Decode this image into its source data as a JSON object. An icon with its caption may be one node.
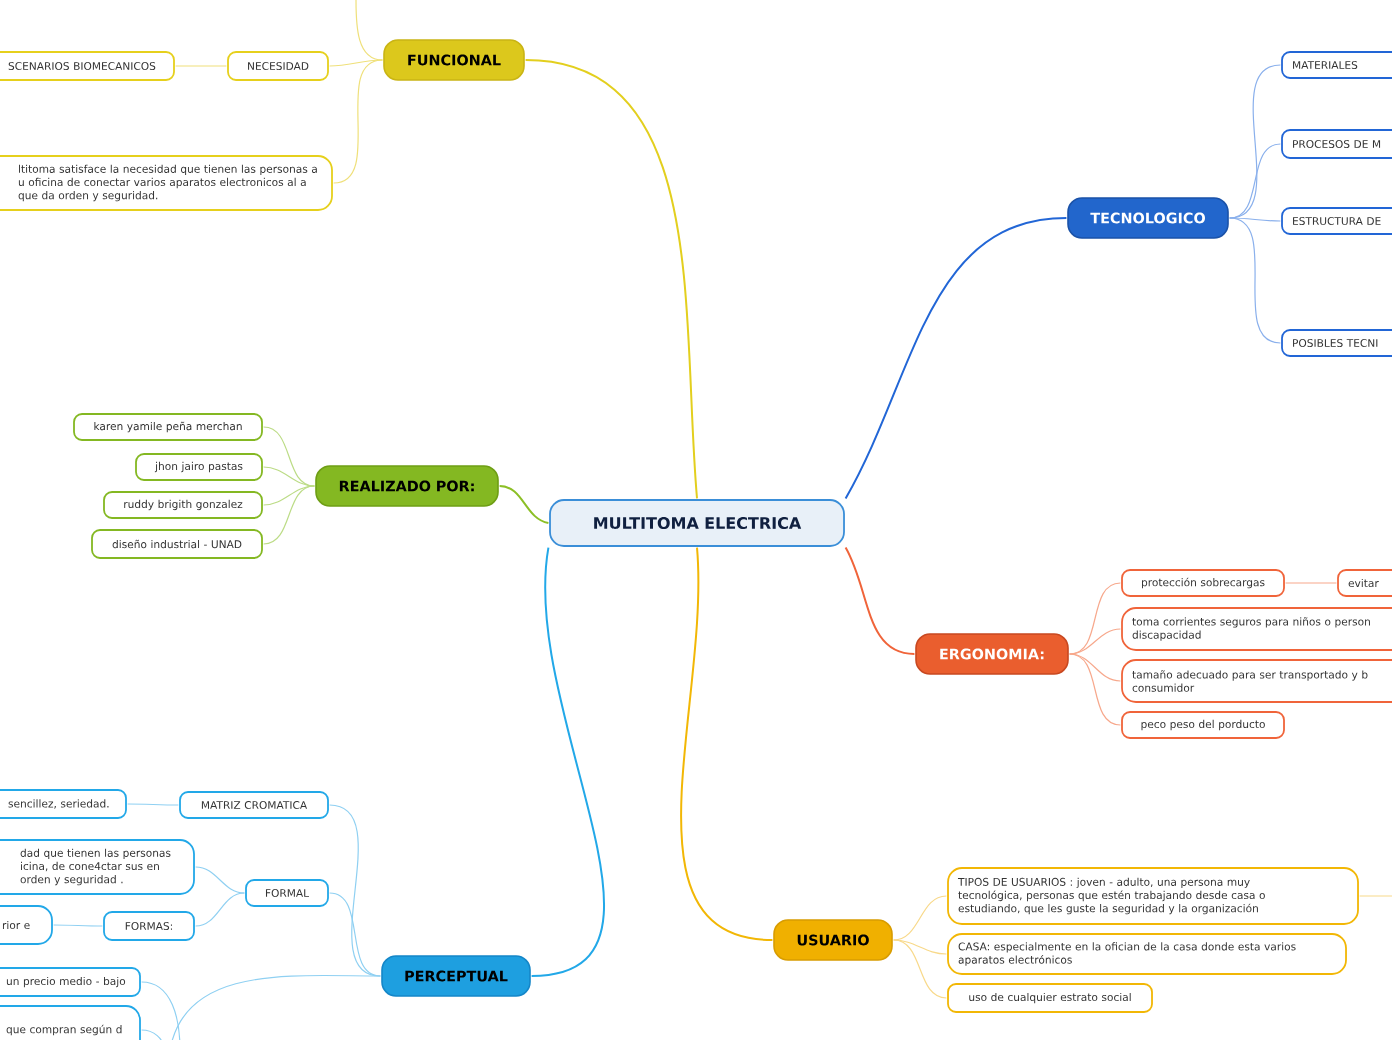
{
  "diagram": {
    "nodes": [
      {
        "text": [
          "MULTITOMA ELECTRICA"
        ]
      },
      {
        "text": [
          "FUNCIONAL"
        ]
      },
      {
        "text": [
          "NECESIDAD"
        ]
      },
      {
        "text": [
          "SCENARIOS BIOMECANICOS"
        ]
      },
      {
        "text": [
          "ltitoma satisface la necesidad que tienen las personas a u oficina de conectar varios aparatos electronicos al a que da orden y seguridad."
        ]
      },
      {
        "text": [
          "REALIZADO POR:"
        ]
      },
      {
        "text": [
          "karen yamile peña merchan"
        ]
      },
      {
        "text": [
          "jhon jairo pastas"
        ]
      },
      {
        "text": [
          "ruddy brigith gonzalez"
        ]
      },
      {
        "text": [
          "diseño industrial - UNAD"
        ]
      },
      {
        "text": [
          "TECNOLOGICO"
        ]
      },
      {
        "text": [
          "MATERIALES"
        ]
      },
      {
        "text": [
          "PROCESOS DE M"
        ]
      },
      {
        "text": [
          "ESTRUCTURA DE"
        ]
      },
      {
        "text": [
          "POSIBLES TECNI"
        ]
      },
      {
        "text": [
          "ERGONOMIA:"
        ]
      },
      {
        "text": [
          "protección sobrecargas"
        ]
      },
      {
        "text": [
          "evitar"
        ]
      },
      {
        "text": [
          "toma corrientes seguros para niños o person discapacidad"
        ]
      },
      {
        "text": [
          "tamaño adecuado para ser transportado y b consumidor"
        ]
      },
      {
        "text": [
          "peco peso del porducto"
        ]
      },
      {
        "text": [
          "USUARIO"
        ]
      },
      {
        "text": [
          "TIPOS DE USUARIOS : joven -  adulto, una persona muy tecnológica, personas que estén trabajando desde casa o estudiando, que les guste la seguridad y la organización"
        ]
      },
      {
        "text": [
          "CASA: especialmente en la ofician de la casa donde esta varios aparatos  electrónicos"
        ]
      },
      {
        "text": [
          "uso de cualquier estrato social"
        ]
      },
      {
        "text": [
          "PERCEPTUAL"
        ]
      },
      {
        "text": [
          "MATRIZ CROMATICA"
        ]
      },
      {
        "text": [
          "sencillez, seriedad."
        ]
      },
      {
        "text": [
          "FORMAL"
        ]
      },
      {
        "text": [
          "dad que tienen las personas icina, de cone4ctar sus en orden y seguridad ."
        ]
      },
      {
        "text": [
          "FORMAS:"
        ]
      },
      {
        "text": [
          "rior e"
        ]
      },
      {
        "text": [
          "un precio medio - bajo"
        ]
      },
      {
        "text": [
          "que compran según d"
        ]
      }
    ],
    "edges": [
      {
        "from": 0,
        "to": 1,
        "arrow": "none",
        "color": "#e3cf1e"
      },
      {
        "from": 1,
        "to": 2,
        "arrow": "none",
        "color": "#efe07a"
      },
      {
        "from": 2,
        "to": 3,
        "arrow": "none",
        "color": "#efe07a"
      },
      {
        "from": 1,
        "to": 4,
        "arrow": "none",
        "color": "#efe07a"
      },
      {
        "from": 1,
        "to": null,
        "arrow": "none",
        "color": "#efe07a"
      },
      {
        "from": 0,
        "to": 5,
        "arrow": "none",
        "color": "#8cbf26"
      },
      {
        "from": 5,
        "to": 6,
        "arrow": "none",
        "color": "#bcdc86"
      },
      {
        "from": 5,
        "to": 7,
        "arrow": "none",
        "color": "#bcdc86"
      },
      {
        "from": 5,
        "to": 8,
        "arrow": "none",
        "color": "#bcdc86"
      },
      {
        "from": 5,
        "to": 9,
        "arrow": "none",
        "color": "#bcdc86"
      },
      {
        "from": 0,
        "to": 10,
        "arrow": "none",
        "color": "#2266d6"
      },
      {
        "from": 10,
        "to": 11,
        "arrow": "none",
        "color": "#8ab0ec"
      },
      {
        "from": 10,
        "to": 12,
        "arrow": "none",
        "color": "#8ab0ec"
      },
      {
        "from": 10,
        "to": 13,
        "arrow": "none",
        "color": "#8ab0ec"
      },
      {
        "from": 10,
        "to": 14,
        "arrow": "none",
        "color": "#8ab0ec"
      },
      {
        "from": 0,
        "to": 15,
        "arrow": "none",
        "color": "#f0643a"
      },
      {
        "from": 15,
        "to": 16,
        "arrow": "none",
        "color": "#f7a88c"
      },
      {
        "from": 15,
        "to": 18,
        "arrow": "none",
        "color": "#f7a88c"
      },
      {
        "from": 15,
        "to": 19,
        "arrow": "none",
        "color": "#f7a88c"
      },
      {
        "from": 15,
        "to": 20,
        "arrow": "none",
        "color": "#f7a88c"
      },
      {
        "from": 16,
        "to": 17,
        "arrow": "none",
        "color": "#f7a88c"
      },
      {
        "from": 0,
        "to": 21,
        "arrow": "none",
        "color": "#f2b705"
      },
      {
        "from": 21,
        "to": 22,
        "arrow": "none",
        "color": "#f8d98a"
      },
      {
        "from": 21,
        "to": 23,
        "arrow": "none",
        "color": "#f8d98a"
      },
      {
        "from": 21,
        "to": 24,
        "arrow": "none",
        "color": "#f8d98a"
      },
      {
        "from": 22,
        "to": null,
        "arrow": "none",
        "color": "#f8d98a"
      },
      {
        "from": 0,
        "to": 25,
        "arrow": "none",
        "color": "#22a8e8"
      },
      {
        "from": 25,
        "to": 26,
        "arrow": "none",
        "color": "#8fd0f2"
      },
      {
        "from": 26,
        "to": 27,
        "arrow": "none",
        "color": "#8fd0f2"
      },
      {
        "from": 25,
        "to": 28,
        "arrow": "none",
        "color": "#8fd0f2"
      },
      {
        "from": 28,
        "to": 29,
        "arrow": "none",
        "color": "#8fd0f2"
      },
      {
        "from": 28,
        "to": 30,
        "arrow": "none",
        "color": "#8fd0f2"
      },
      {
        "from": 30,
        "to": 31,
        "arrow": "none",
        "color": "#8fd0f2"
      },
      {
        "from": 25,
        "to": null,
        "arrow": "none",
        "color": "#8fd0f2"
      },
      {
        "from": null,
        "to": 32,
        "arrow": "none",
        "color": "#8fd0f2"
      },
      {
        "from": null,
        "to": 33,
        "arrow": "none",
        "color": "#8fd0f2"
      }
    ]
  }
}
